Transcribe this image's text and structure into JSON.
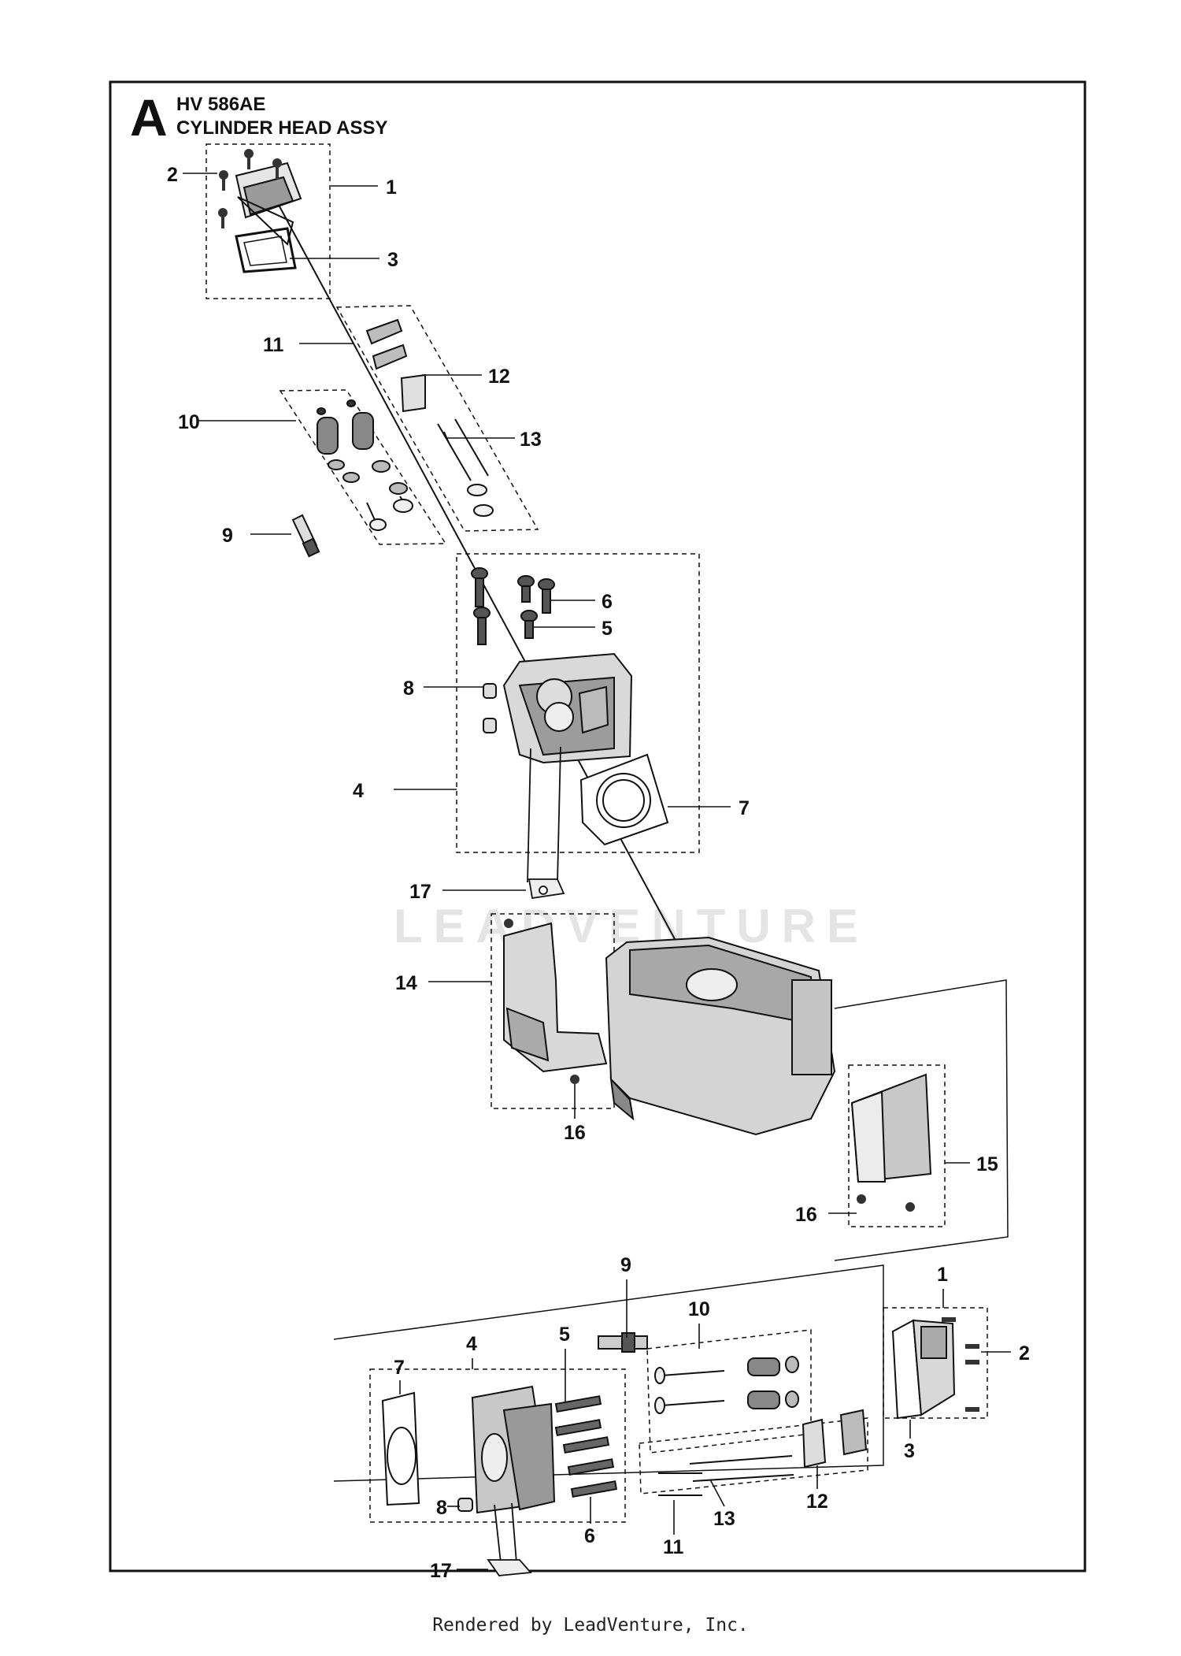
{
  "header": {
    "section_letter": "A",
    "model": "HV 586AE",
    "assembly_title": "CYLINDER HEAD ASSY"
  },
  "watermark": "LEADVENTURE",
  "footer": "Rendered by LeadVenture, Inc.",
  "callouts": {
    "top": [
      {
        "id": "t2",
        "text": "2"
      },
      {
        "id": "t1",
        "text": "1"
      },
      {
        "id": "t3",
        "text": "3"
      },
      {
        "id": "t11",
        "text": "11"
      },
      {
        "id": "t12",
        "text": "12"
      },
      {
        "id": "t10",
        "text": "10"
      },
      {
        "id": "t13",
        "text": "13"
      },
      {
        "id": "t9",
        "text": "9"
      },
      {
        "id": "t6",
        "text": "6"
      },
      {
        "id": "t5",
        "text": "5"
      },
      {
        "id": "t8",
        "text": "8"
      },
      {
        "id": "t4",
        "text": "4"
      },
      {
        "id": "t7",
        "text": "7"
      },
      {
        "id": "t17",
        "text": "17"
      },
      {
        "id": "t14",
        "text": "14"
      },
      {
        "id": "t16a",
        "text": "16"
      },
      {
        "id": "t15",
        "text": "15"
      },
      {
        "id": "t16b",
        "text": "16"
      }
    ],
    "bottom": [
      {
        "id": "b9",
        "text": "9"
      },
      {
        "id": "b1",
        "text": "1"
      },
      {
        "id": "b10",
        "text": "10"
      },
      {
        "id": "b4",
        "text": "4"
      },
      {
        "id": "b5",
        "text": "5"
      },
      {
        "id": "b2",
        "text": "2"
      },
      {
        "id": "b7",
        "text": "7"
      },
      {
        "id": "b3",
        "text": "3"
      },
      {
        "id": "b12",
        "text": "12"
      },
      {
        "id": "b13",
        "text": "13"
      },
      {
        "id": "b8",
        "text": "8"
      },
      {
        "id": "b6",
        "text": "6"
      },
      {
        "id": "b11",
        "text": "11"
      },
      {
        "id": "b17",
        "text": "17"
      }
    ]
  },
  "colors": {
    "ink": "#111111",
    "part_fill": "#d9d9d9",
    "part_dark": "#555555",
    "watermark": "#e4e4e4"
  }
}
